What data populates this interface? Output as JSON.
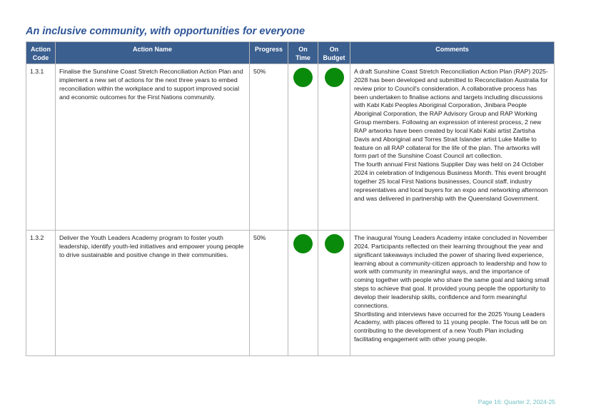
{
  "section_title": "An inclusive community, with opportunities for everyone",
  "colors": {
    "header_bg": "#3b5f8f",
    "title": "#2e5597",
    "on_track": "#0a8a0a",
    "footer": "#6fbfc2"
  },
  "table": {
    "headers": {
      "code": "Action Code",
      "name": "Action Name",
      "progress": "Progress",
      "on_time": "On Time",
      "on_budget": "On Budget",
      "comments": "Comments"
    },
    "rows": [
      {
        "code": "1.3.1",
        "name": "Finalise the Sunshine Coast Stretch Reconciliation Action Plan and implement a new set of actions for the next three years to embed reconciliation within the workplace and to support improved social and economic outcomes for the First Nations community.",
        "progress": "50%",
        "on_time": "on-track-green",
        "on_budget": "on-track-green",
        "comments_1": "A draft Sunshine Coast Stretch Reconciliation Action Plan (RAP) 2025-2028 has been developed and submitted to Reconciliation Australia for review prior to Council's consideration. A collaborative process has been undertaken to finalise actions and targets including discussions with Kabi Kabi Peoples Aboriginal Corporation, Jinibara People Aboriginal Corporation, the RAP Advisory Group and RAP Working Group members. Following an expression of interest process, 2 new RAP artworks have been created by local Kabi Kabi artist Zartisha Davis and Aboriginal and Torres Strait Islander artist Luke Mallie to feature on all RAP collateral for the life of the plan. The artworks will form part of the Sunshine Coast Council art collection.",
        "comments_2": "The fourth annual First Nations Supplier Day was held on 24 October 2024 in celebration of Indigenous Business Month. This event brought together 25 local First Nations businesses, Council staff, industry representatives and local buyers for an expo and networking afternoon and was delivered in partnership with the Queensland Government."
      },
      {
        "code": "1.3.2",
        "name": "Deliver the Youth Leaders Academy program to foster youth leadership, identify youth-led initiatives and empower young people to drive sustainable and positive change in their communities.",
        "progress": "50%",
        "on_time": "on-track-green",
        "on_budget": "on-track-green",
        "comments_1": "The inaugural Young Leaders Academy intake concluded in November 2024. Participants reflected on their learning throughout the year and significant takeaways included the power of sharing lived experience, learning about a community-citizen approach to leadership and how to work with community in meaningful ways, and the importance of coming together with people who share the same goal and taking small steps to achieve that goal. It provided young people the opportunity to develop their leadership skills, confidence and form meaningful connections.",
        "comments_2": "Shortlisting and interviews have occurred for the 2025 Young Leaders Academy, with places offered to 11 young people.  The focus will be on contributing to the development of a new Youth Plan including facilitating engagement with other young people."
      }
    ]
  },
  "footer": "Page 16: Quarter 2, 2024-25"
}
